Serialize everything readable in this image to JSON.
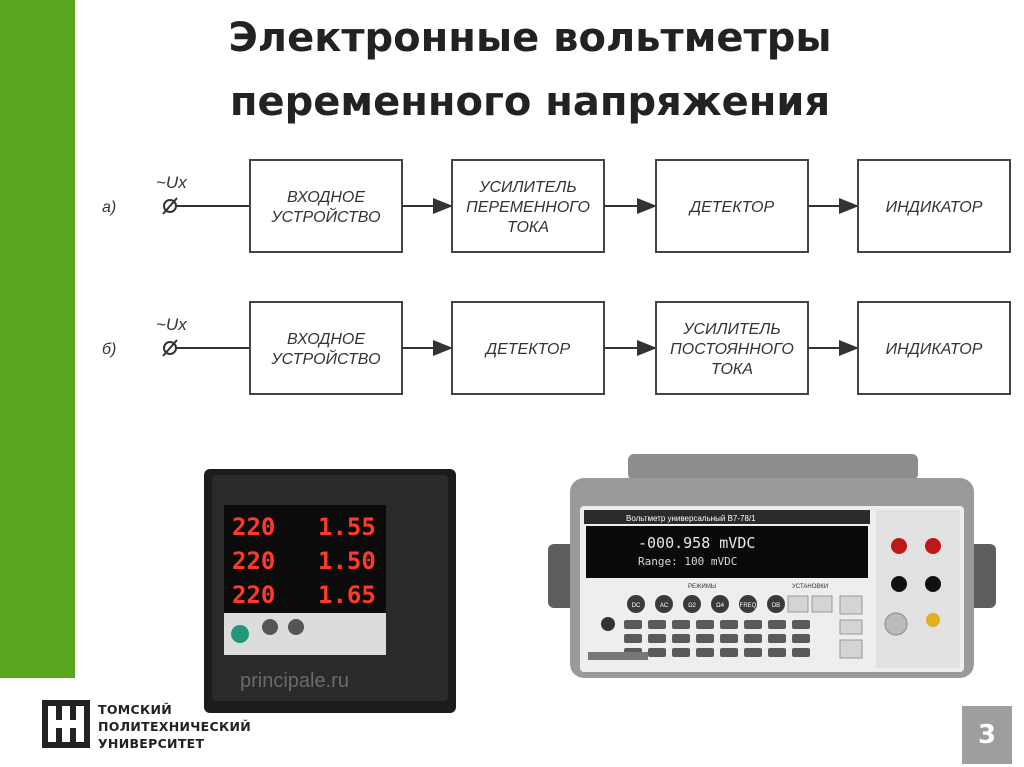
{
  "slide": {
    "title_line1": "Электронные вольтметры",
    "title_line2": "переменного напряжения",
    "page_number": "3"
  },
  "diagram": {
    "rows": [
      {
        "label": "а)",
        "input": "~Ux",
        "blocks": [
          [
            "ВХОДНОЕ",
            "УСТРОЙСТВО"
          ],
          [
            "УСИЛИТЕЛЬ",
            "ПЕРЕМЕННОГО",
            "ТОКА"
          ],
          [
            "ДЕТЕКТОР"
          ],
          [
            "ИНДИКАТОР"
          ]
        ]
      },
      {
        "label": "б)",
        "input": "~Ux",
        "blocks": [
          [
            "ВХОДНОЕ",
            "УСТРОЙСТВО"
          ],
          [
            "ДЕТЕКТОР"
          ],
          [
            "УСИЛИТЕЛЬ",
            "ПОСТОЯННОГО",
            "ТОКА"
          ],
          [
            "ИНДИКАТОР"
          ]
        ]
      }
    ]
  },
  "panel_meter": {
    "readings_left": [
      "220",
      "220",
      "220"
    ],
    "readings_right": [
      "1.55",
      "1.50",
      "1.65"
    ],
    "watermark": "principale.ru"
  },
  "bench_voltmeter": {
    "model_text": "Вольтметр универсальный   В7-78/1",
    "display_line1": "-000.958 mVDC",
    "display_line2": "Range: 100 mVDC",
    "group_label_modes": "РЕЖИМЫ",
    "group_label_setup": "УСТАНОВКИ",
    "button_labels": [
      "DC",
      "AC",
      "Ω2",
      "Ω4",
      "FREQ",
      "DB"
    ]
  },
  "logo": {
    "line1": "ТОМСКИЙ",
    "line2": "ПОЛИТЕХНИЧЕСКИЙ",
    "line3": "УНИВЕРСИТЕТ"
  },
  "colors": {
    "accent_green": "#5aa51f",
    "led_red": "#ff3a2a",
    "page_badge": "#9e9e9e"
  }
}
